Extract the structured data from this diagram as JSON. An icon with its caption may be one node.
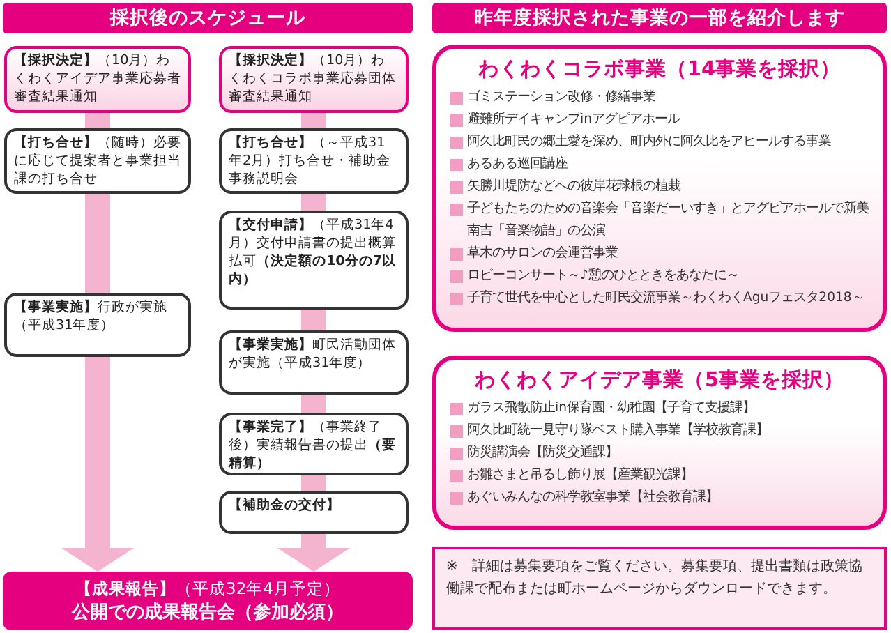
{
  "diagram": {
    "nodes": [
      {
        "text": [
          "採択後のスケジュール"
        ]
      },
      {
        "text": [
          "**【採択決定】**（10月）わくわくアイデア事業応募者審査結果通知"
        ]
      },
      {
        "text": [
          "**【打ち合せ】**（随時）必要に応じて提案者と事業担当課の打ち合せ"
        ]
      },
      {
        "text": [
          "**【事業実施】**行政が実施（平成31年度）"
        ]
      },
      {
        "text": [
          "**【採択決定】**（10月）わくわくコラボ事業応募団体審査結果通知"
        ]
      },
      {
        "text": [
          "**【打ち合せ】**（～平成31年2月）打ち合せ・補助金事務説明会"
        ]
      },
      {
        "text": [
          "**【交付申請】**（平成31年4月）交付申請書の提出概算払可**（決定額の10分の7以内）**"
        ]
      },
      {
        "text": [
          "**【事業実施】**町民活動団体が実施（平成31年度）"
        ]
      },
      {
        "text": [
          "**【事業完了】**（事業終了後）実績報告書の提出**（要精算）**"
        ]
      },
      {
        "text": [
          "【補助金の交付】"
        ]
      },
      {
        "text": [
          "**【成果報告】**（平成32年4月予定）",
          "公開での成果報告会（参加必須）"
        ]
      },
      {
        "text": [
          "昨年度採択された事業の一部を紹介します"
        ]
      },
      {
        "text": [
          "わくわくコラボ事業（14事業を採択）",
          "ゴミステーション改修・修繕事業",
          "避難所デイキャンプinアグピアホール",
          "阿久比町民の郷土愛を深め、町内外に阿久比をアピールする事業",
          "あるある巡回講座",
          "矢勝川堤防などへの彼岸花球根の植栽",
          "子どもたちのための音楽会「音楽だーいすき」とアグピアホールで新美南吉「音楽物語」の公演",
          "草木のサロンの会運営事業",
          "ロビーコンサート～♪憩のひとときをあなたに～",
          "子育て世代を中心とした町民交流事業～わくわくAguフェスタ2018～"
        ]
      },
      {
        "text": [
          "わくわくアイデア事業（5事業を採択）",
          "ガラス飛散防止in保育園・幼稚園【子育て支援課】",
          "阿久比町統一見守り隊ベスト購入事業【学校教育課】",
          "防災講演会【防災交通課】",
          "お雛さまと吊るし飾り展【産業観光課】",
          "あぐいみんなの科学教室事業【社会教育課】"
        ]
      },
      {
        "text": [
          "※　詳細は募集要項をご覧ください。募集要項、提出書類は政策協働課で配布または町ホームページからダウンロードできます。"
        ]
      }
    ],
    "edges": [
      {
        "from": 1,
        "to": 2,
        "arrow": "none"
      },
      {
        "from": 2,
        "to": 3,
        "arrow": "none"
      },
      {
        "from": 3,
        "to": 10,
        "arrow": "to"
      },
      {
        "from": 4,
        "to": 5,
        "arrow": "none"
      },
      {
        "from": 5,
        "to": 6,
        "arrow": "none"
      },
      {
        "from": 6,
        "to": 7,
        "arrow": "none"
      },
      {
        "from": 7,
        "to": 8,
        "arrow": "none"
      },
      {
        "from": 8,
        "to": 9,
        "arrow": "none"
      },
      {
        "from": 9,
        "to": 10,
        "arrow": "to"
      }
    ]
  }
}
